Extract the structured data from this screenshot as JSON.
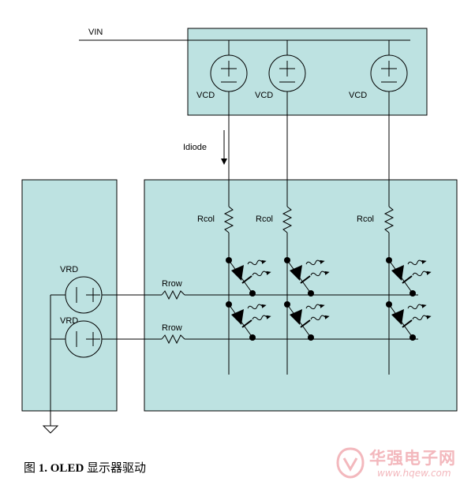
{
  "labels": {
    "vin": "VIN",
    "vcd": "VCD",
    "idiode": "Idiode",
    "rcol": "Rcol",
    "vrd": "VRD",
    "rrow": "Rrow"
  },
  "caption": {
    "prefix": "图 ",
    "number": "1. OLED",
    "text": " 显示器驱动"
  },
  "watermark": {
    "name": "华强电子网",
    "url": "www.hqew.com"
  },
  "colors": {
    "panel_fill": "#bde2e1",
    "line": "#000000",
    "watermark": "#f3b8bd"
  }
}
